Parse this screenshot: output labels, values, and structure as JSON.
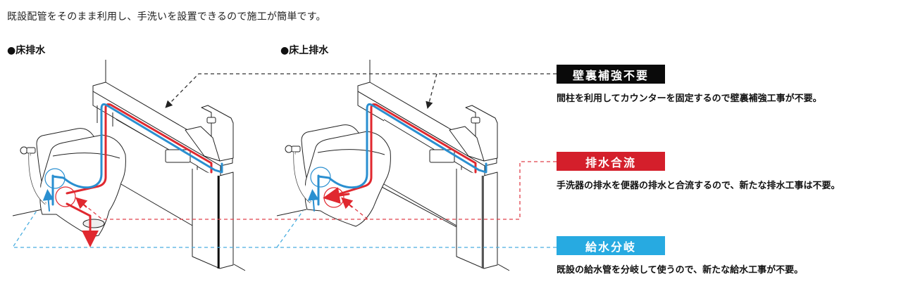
{
  "intro_text": "既設配管をそのまま利用し、手洗いを設置できるので施工が簡単です。",
  "diagrams": [
    {
      "title": "●床排水",
      "drain_type": "floor-drain"
    },
    {
      "title": "●床上排水",
      "drain_type": "above-floor-drain"
    }
  ],
  "callouts": [
    {
      "label": "壁裏補強不要",
      "description": "間柱を利用してカウンターを固定するので壁裏補強工事が不要。",
      "color": "#0a0a0a"
    },
    {
      "label": "排水合流",
      "description": "手洗器の排水を便器の排水と合流するので、新たな排水工事は不要。",
      "color": "#d41f2b"
    },
    {
      "label": "給水分岐",
      "description": "既設の給水管を分岐して使うので、新たな給水工事が不要。",
      "color": "#27aae1"
    }
  ],
  "colors": {
    "drain_pipe": "#e0282f",
    "supply_pipe": "#2a8fd0",
    "wall_leader": "#333333",
    "drain_leader": "#e0404a",
    "supply_leader": "#4aaee0",
    "line_art": "#222222"
  }
}
